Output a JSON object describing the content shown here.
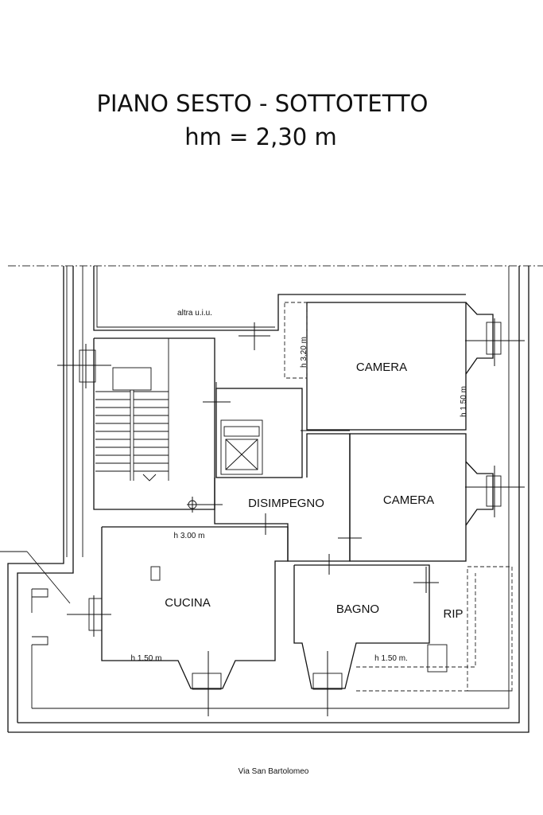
{
  "title": {
    "line1": "PIANO SESTO - SOTTOTETTO",
    "line2": "hm = 2,30 m"
  },
  "rooms": {
    "altra": "altra u.i.u.",
    "camera_top": "CAMERA",
    "camera_mid": "CAMERA",
    "disimpegno": "DISIMPEGNO",
    "cucina": "CUCINA",
    "bagno": "BAGNO",
    "rip": "RIP"
  },
  "heights": {
    "h320": "h 3.20 m",
    "h150_right": "h 1.50 m",
    "h300": "h 3.00 m",
    "h150_cucina": "h 1.50 m",
    "h150_bagno": "h 1.50 m."
  },
  "street": "Via San Bartolomeo"
}
